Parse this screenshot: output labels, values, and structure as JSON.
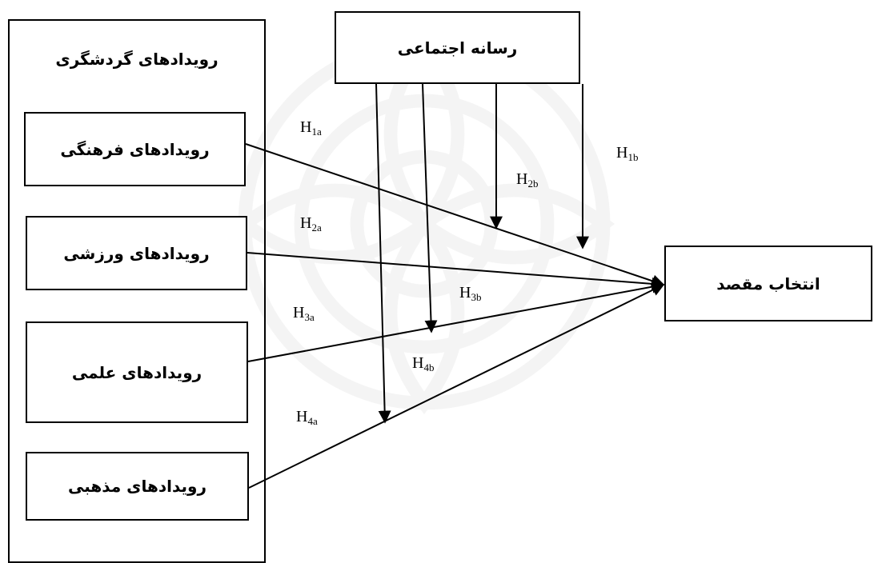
{
  "outer_group": {
    "title": "رویدادهای گردشگری"
  },
  "events": [
    {
      "id": "cultural",
      "label": "رویدادهای فرهنگی"
    },
    {
      "id": "sport",
      "label": "رویدادهای ورزشی"
    },
    {
      "id": "science",
      "label": "رویدادهای علمی"
    },
    {
      "id": "religious",
      "label": "رویدادهای مذهبی"
    }
  ],
  "moderator": {
    "label": "رسانه اجتماعی"
  },
  "outcome": {
    "label": "انتخاب مقصد"
  },
  "hypotheses": {
    "H1a": {
      "base": "H",
      "sub": "1a"
    },
    "H2a": {
      "base": "H",
      "sub": "2a"
    },
    "H3a": {
      "base": "H",
      "sub": "3a"
    },
    "H4a": {
      "base": "H",
      "sub": "4a"
    },
    "H1b": {
      "base": "H",
      "sub": "1b"
    },
    "H2b": {
      "base": "H",
      "sub": "2b"
    },
    "H3b": {
      "base": "H",
      "sub": "3b"
    },
    "H4b": {
      "base": "H",
      "sub": "4b"
    }
  },
  "colors": {
    "stroke": "#000000",
    "background": "#ffffff",
    "watermark": "#999999"
  }
}
